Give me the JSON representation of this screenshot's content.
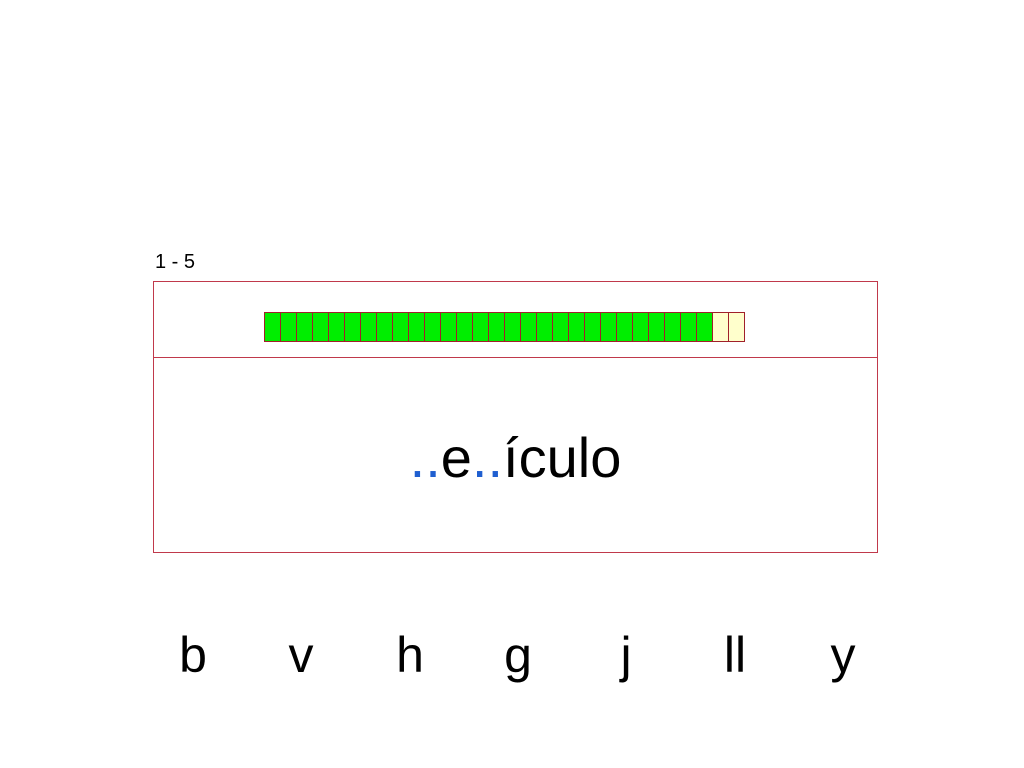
{
  "counter": "1 - 5",
  "progress": {
    "total": 30,
    "completed": 28,
    "completed_color": "#00ee00",
    "remaining_color": "#ffffcc",
    "border_color": "#a0202a"
  },
  "word": {
    "parts": [
      {
        "text": "..",
        "blank": true
      },
      {
        "text": "e",
        "blank": false
      },
      {
        "text": "..",
        "blank": true
      },
      {
        "text": "ículo",
        "blank": false
      }
    ],
    "blank_color": "#1f5fd0"
  },
  "options": [
    "b",
    "v",
    "h",
    "g",
    "j",
    "ll",
    "y"
  ]
}
